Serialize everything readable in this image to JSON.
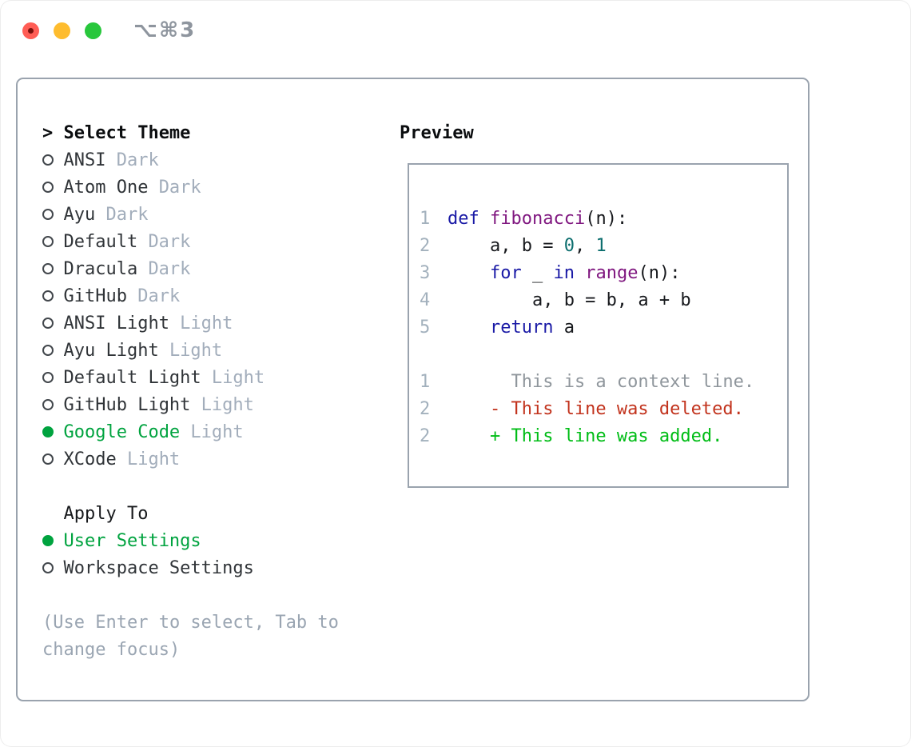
{
  "titlebar": {
    "title": "⌥⌘3"
  },
  "colors": {
    "accent_green": "#00a33f",
    "diff_add_green": "#00bd16",
    "diff_del_red": "#c2331d",
    "code_keyword_navy": "#1a1aa6",
    "code_type_purple": "#801880",
    "code_literal_teal": "#0c6e6e",
    "muted_gray": "#a2adbb",
    "border_gray": "#9aa3ae",
    "traffic_red": "#ff5d55",
    "traffic_yellow": "#febc2e",
    "traffic_green": "#28c73c"
  },
  "theme_panel": {
    "header": {
      "cursor": ">",
      "label": "Select Theme"
    },
    "themes": [
      {
        "name": "ANSI",
        "variant": "Dark",
        "selected": false
      },
      {
        "name": "Atom One",
        "variant": "Dark",
        "selected": false
      },
      {
        "name": "Ayu",
        "variant": "Dark",
        "selected": false
      },
      {
        "name": "Default",
        "variant": "Dark",
        "selected": false
      },
      {
        "name": "Dracula",
        "variant": "Dark",
        "selected": false
      },
      {
        "name": "GitHub",
        "variant": "Dark",
        "selected": false
      },
      {
        "name": "ANSI Light",
        "variant": "Light",
        "selected": false
      },
      {
        "name": "Ayu Light",
        "variant": "Light",
        "selected": false
      },
      {
        "name": "Default Light",
        "variant": "Light",
        "selected": false
      },
      {
        "name": "GitHub Light",
        "variant": "Light",
        "selected": false
      },
      {
        "name": "Google Code",
        "variant": "Light",
        "selected": true
      },
      {
        "name": "XCode",
        "variant": "Light",
        "selected": false
      }
    ],
    "apply_to": {
      "label": "Apply To",
      "options": [
        {
          "name": "User Settings",
          "selected": true
        },
        {
          "name": "Workspace Settings",
          "selected": false
        }
      ]
    },
    "help_lines": [
      "(Use Enter to select, Tab to",
      "change focus)"
    ]
  },
  "preview": {
    "title": "Preview",
    "code_lines": [
      {
        "number": "1",
        "segments": [
          {
            "text": "def",
            "type": "kwd"
          },
          {
            "text": " ",
            "type": "pln"
          },
          {
            "text": "fibonacci",
            "type": "typ"
          },
          {
            "text": "(n):",
            "type": "pln"
          }
        ]
      },
      {
        "number": "2",
        "segments": [
          {
            "text": "    a, b = ",
            "type": "pln"
          },
          {
            "text": "0",
            "type": "lit"
          },
          {
            "text": ", ",
            "type": "pln"
          },
          {
            "text": "1",
            "type": "lit"
          }
        ]
      },
      {
        "number": "3",
        "segments": [
          {
            "text": "    ",
            "type": "pln"
          },
          {
            "text": "for",
            "type": "kwd"
          },
          {
            "text": " _ ",
            "type": "pln"
          },
          {
            "text": "in",
            "type": "kwd"
          },
          {
            "text": " ",
            "type": "pln"
          },
          {
            "text": "range",
            "type": "typ"
          },
          {
            "text": "(n):",
            "type": "pln"
          }
        ]
      },
      {
        "number": "4",
        "segments": [
          {
            "text": "        a, b = b, a + b",
            "type": "pln"
          }
        ]
      },
      {
        "number": "5",
        "segments": [
          {
            "text": "    ",
            "type": "pln"
          },
          {
            "text": "return",
            "type": "kwd"
          },
          {
            "text": " a",
            "type": "pln"
          }
        ]
      },
      {
        "number": "",
        "segments": []
      },
      {
        "number": "1",
        "segments": [
          {
            "text": "      This is a context line.",
            "type": "ctx"
          }
        ]
      },
      {
        "number": "2",
        "segments": [
          {
            "text": "    - This line was deleted.",
            "type": "del"
          }
        ]
      },
      {
        "number": "2",
        "segments": [
          {
            "text": "    + This line was added.",
            "type": "add"
          }
        ]
      }
    ]
  }
}
